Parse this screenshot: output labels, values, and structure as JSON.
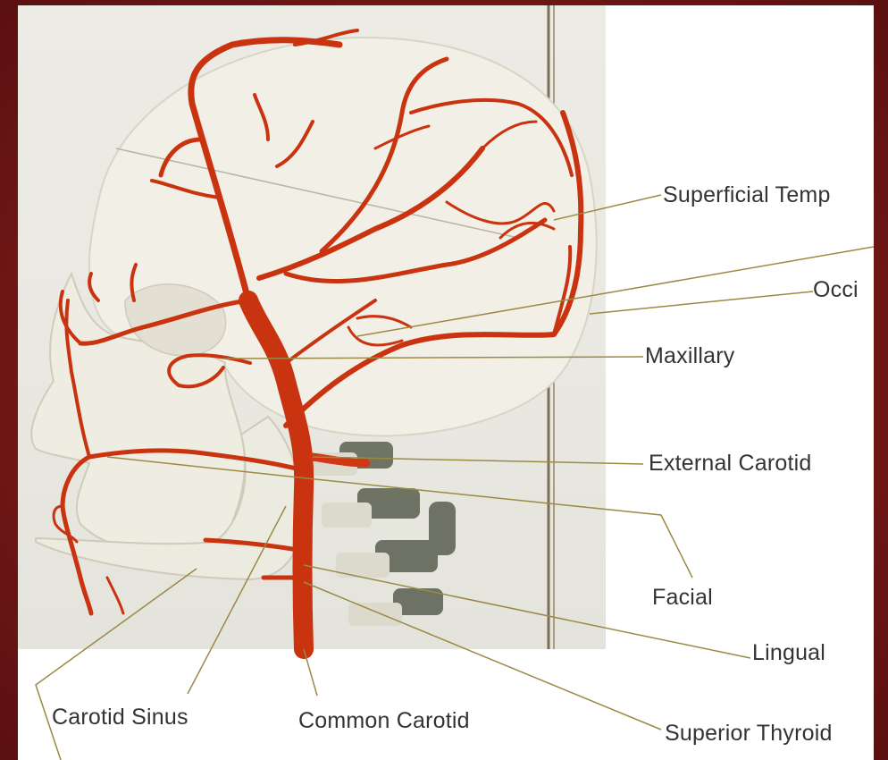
{
  "colors": {
    "artery": "#c9330f",
    "artery_dark": "#b8290a",
    "leader": "#9b8a45",
    "background": "#7a1c1c",
    "skull": "#f2f0e6"
  },
  "icons": [
    "skull-illustration"
  ],
  "labels": {
    "superficial_temporal": "Superficial Temp",
    "occipital": "Occi",
    "maxillary": "Maxillary",
    "external_carotid": "External Carotid",
    "facial": "Facial",
    "lingual": "Lingual",
    "superior_thyroid": "Superior Thyroid",
    "common_carotid": "Common Carotid",
    "carotid_sinus": "Carotid Sinus"
  }
}
